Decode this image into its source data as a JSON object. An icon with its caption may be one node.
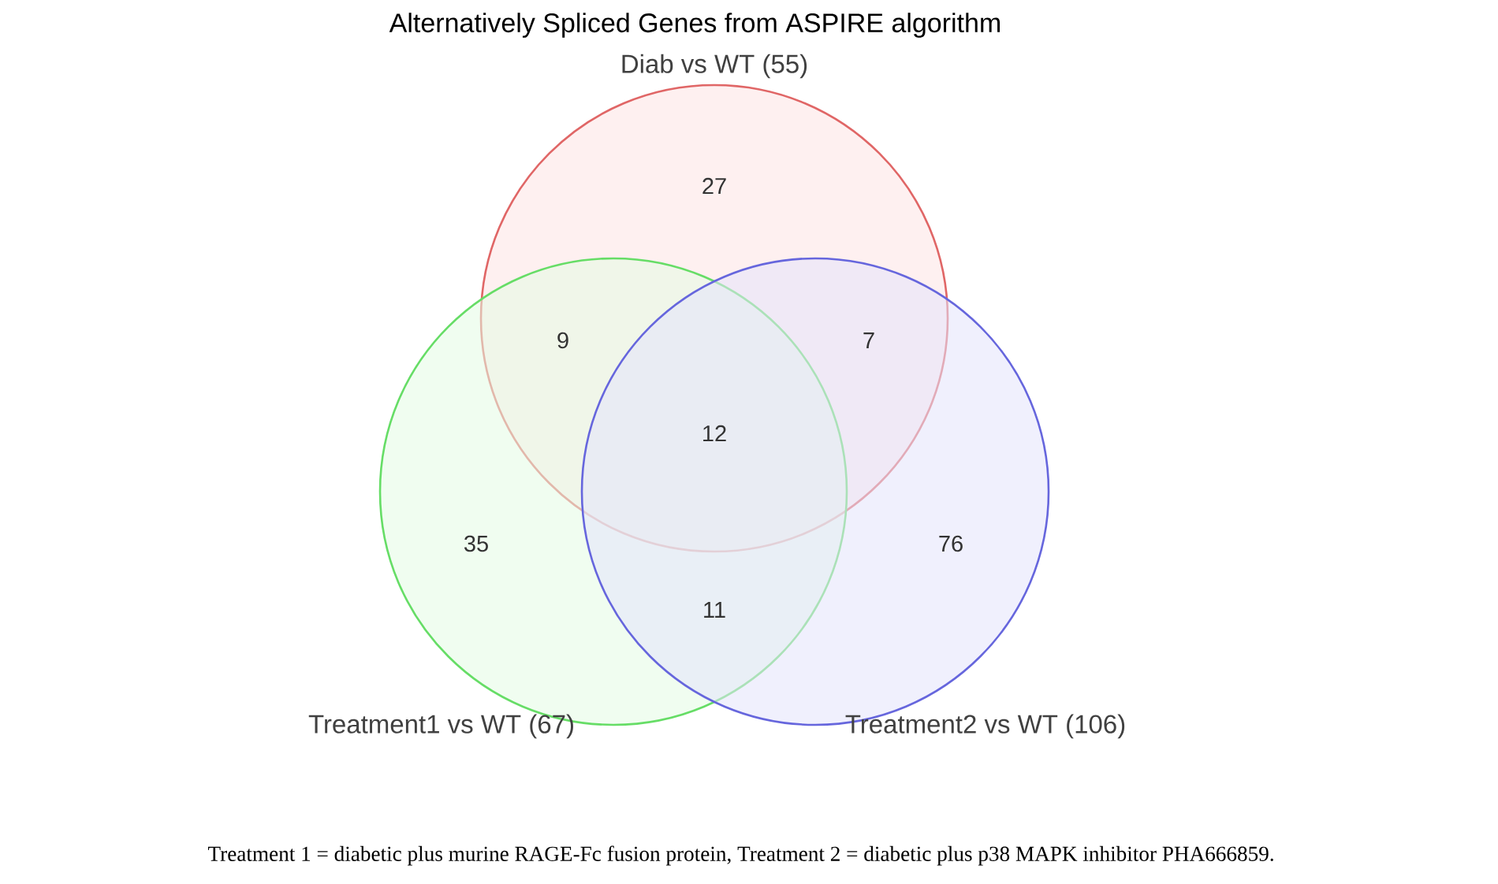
{
  "diagram": {
    "title": "Alternatively Spliced Genes from ASPIRE algorithm",
    "caption": "Treatment 1 = diabetic plus murine RAGE-Fc fusion protein, Treatment 2 = diabetic plus p38 MAPK inhibitor PHA666859.",
    "nodes": [
      {
        "text": [
          "Diab vs WT (55)"
        ]
      },
      {
        "text": [
          "Treatment1 vs WT (67)"
        ]
      },
      {
        "text": [
          "Treatment2 vs WT (106)"
        ]
      }
    ],
    "edges": [],
    "labels": [
      "27",
      "9",
      "7",
      "12",
      "35",
      "76",
      "11"
    ]
  }
}
